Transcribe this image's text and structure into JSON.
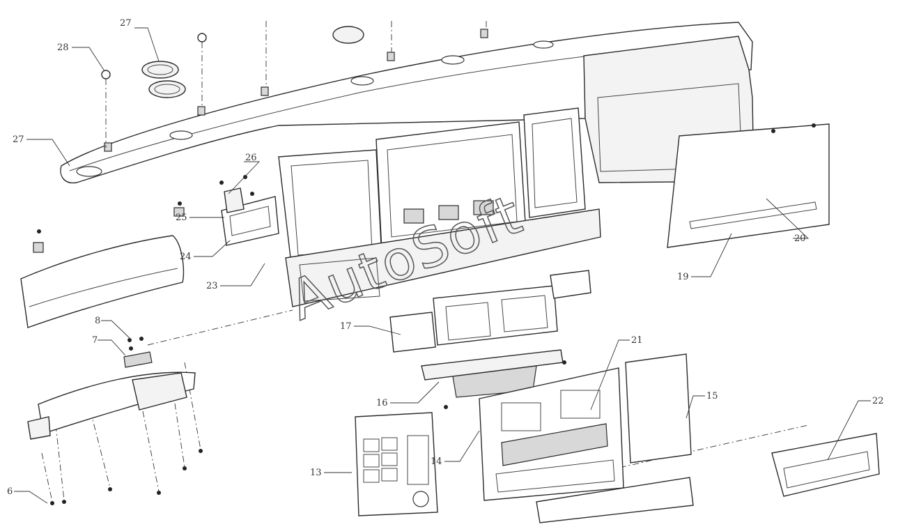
{
  "watermark": "AutoSoft",
  "callouts": [
    {
      "id": "c28",
      "label": "28"
    },
    {
      "id": "c27top",
      "label": "27"
    },
    {
      "id": "c27",
      "label": "27"
    },
    {
      "id": "c26",
      "label": "26"
    },
    {
      "id": "c25",
      "label": "25"
    },
    {
      "id": "c24",
      "label": "24"
    },
    {
      "id": "c23",
      "label": "23"
    },
    {
      "id": "c8",
      "label": "8"
    },
    {
      "id": "c7",
      "label": "7"
    },
    {
      "id": "c6",
      "label": "6"
    },
    {
      "id": "c17",
      "label": "17"
    },
    {
      "id": "c16",
      "label": "16"
    },
    {
      "id": "c13",
      "label": "13"
    },
    {
      "id": "c14",
      "label": "14"
    },
    {
      "id": "c21",
      "label": "21"
    },
    {
      "id": "c15",
      "label": "15"
    },
    {
      "id": "c22",
      "label": "22"
    },
    {
      "id": "c19",
      "label": "19"
    },
    {
      "id": "c20",
      "label": "20"
    }
  ]
}
